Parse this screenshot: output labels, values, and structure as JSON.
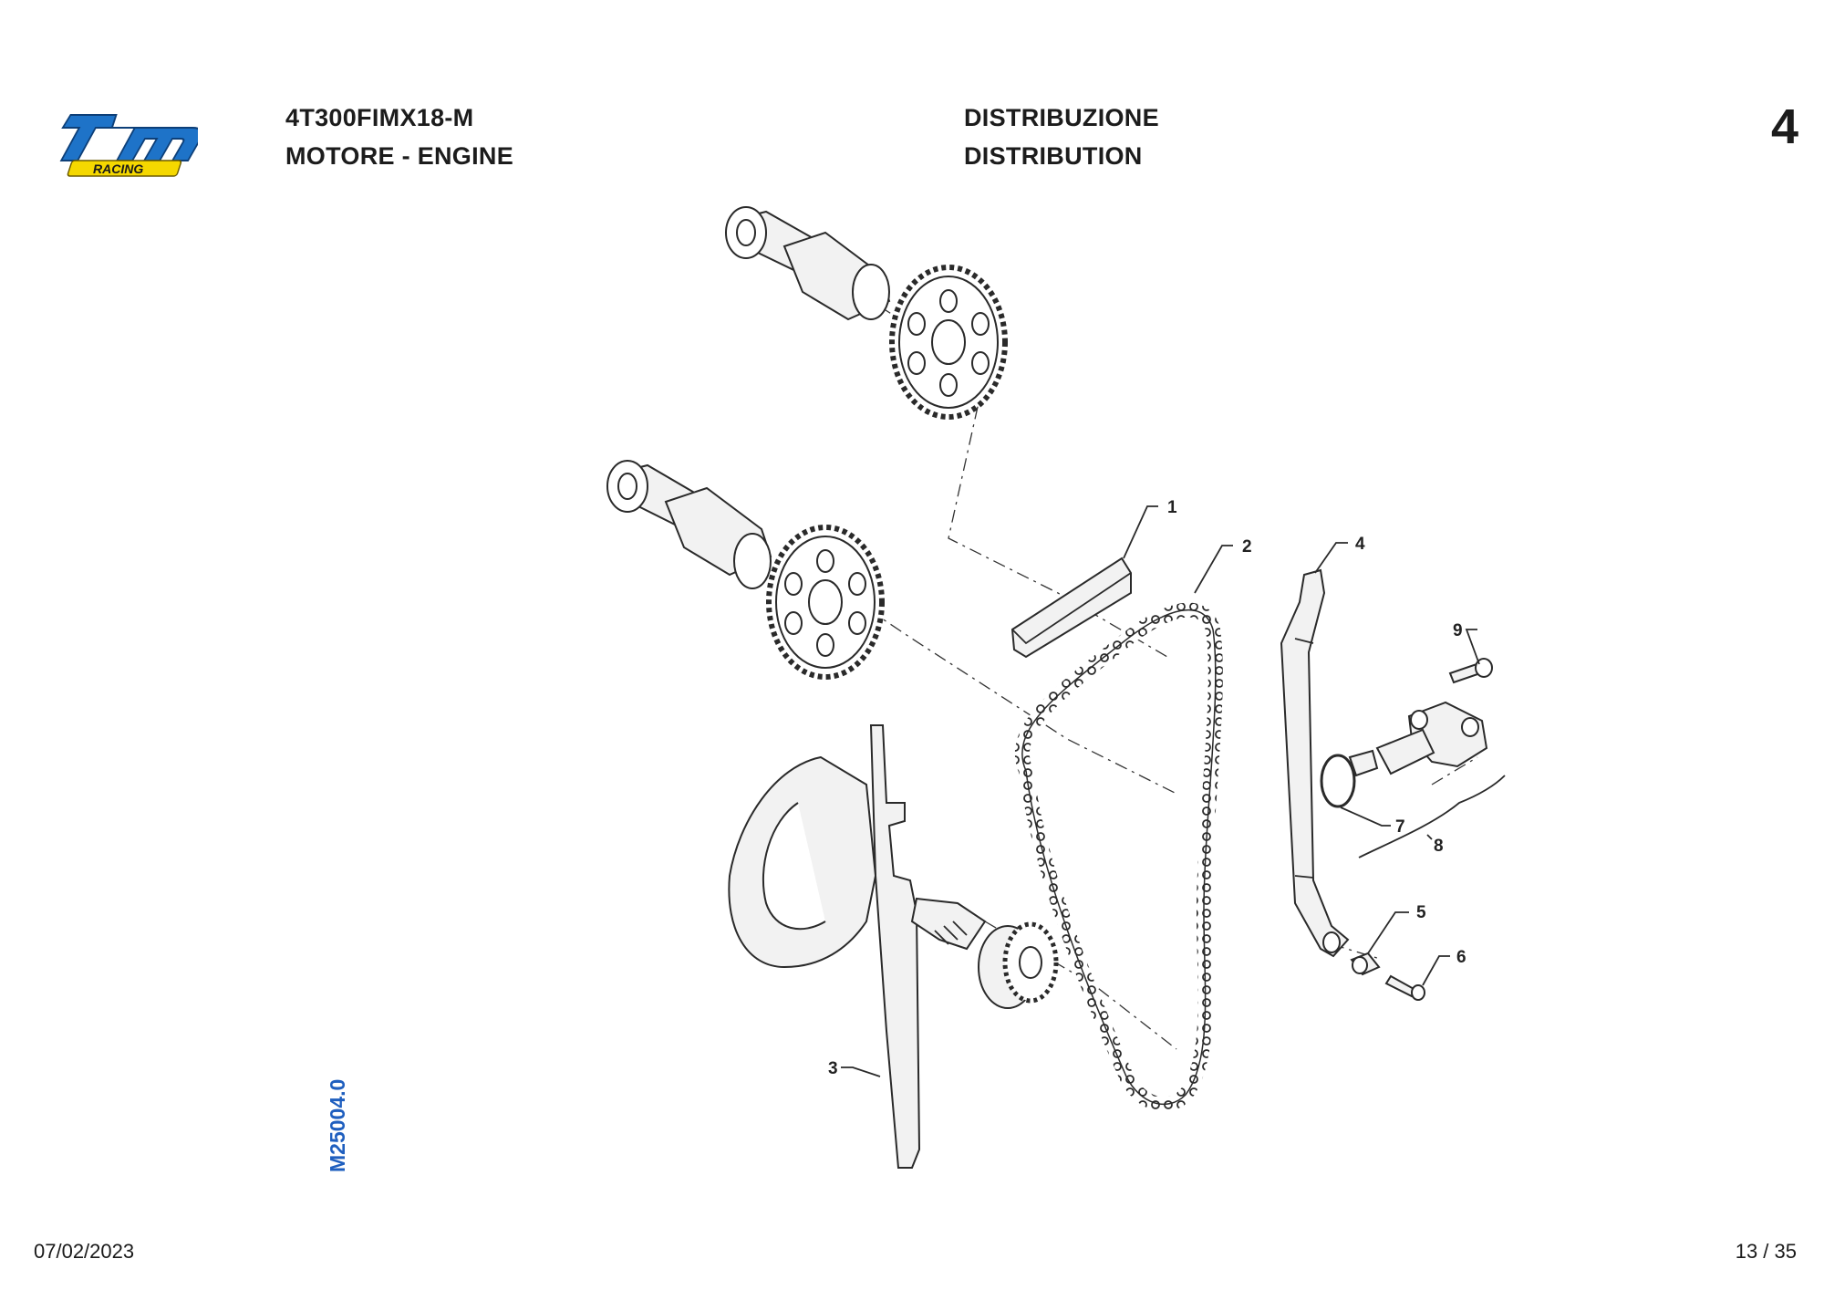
{
  "header": {
    "brand_main": "tm",
    "brand_sub": "RACING",
    "model_code": "4T300FIMX18-M",
    "section_it_en": "MOTORE - ENGINE",
    "group_it": "DISTRIBUZIONE",
    "group_en": "DISTRIBUTION",
    "page_group_number": "4"
  },
  "side": {
    "doc_code": "M25004.0"
  },
  "footer": {
    "date": "07/02/2023",
    "page": "13 / 35"
  },
  "colors": {
    "brand_blue": "#1e73c8",
    "brand_yellow": "#f5d800",
    "doc_code_blue": "#1f5fbf"
  },
  "diagram": {
    "parts": [
      {
        "label": "1",
        "name": "chain-guide-upper"
      },
      {
        "label": "2",
        "name": "timing-chain"
      },
      {
        "label": "3",
        "name": "chain-guide-fixed"
      },
      {
        "label": "4",
        "name": "chain-tensioner-blade"
      },
      {
        "label": "5",
        "name": "pivot-bushing"
      },
      {
        "label": "6",
        "name": "pivot-screw"
      },
      {
        "label": "7",
        "name": "o-ring"
      },
      {
        "label": "8",
        "name": "chain-tensioner-assembly"
      },
      {
        "label": "9",
        "name": "tensioner-screw"
      }
    ]
  }
}
